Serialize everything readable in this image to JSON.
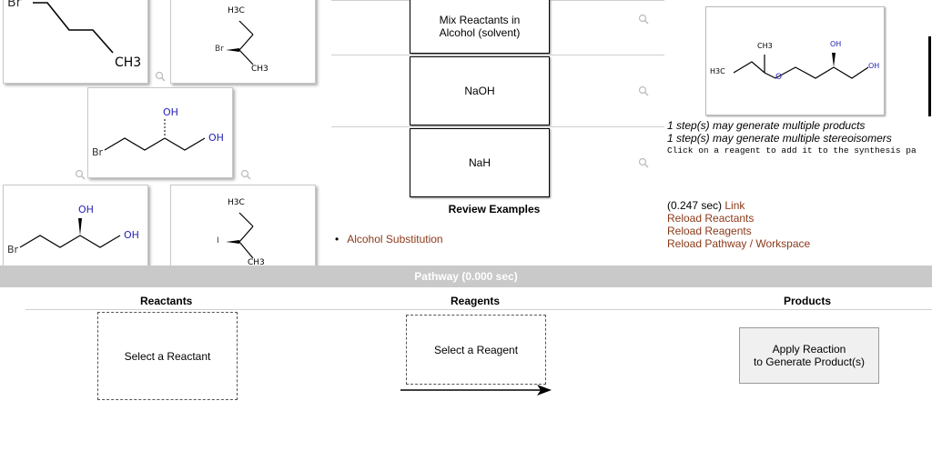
{
  "reactants": {
    "r1": {
      "atoms": [
        "Br",
        "CH3"
      ]
    },
    "r2": {
      "atoms": [
        "H3C",
        "Br",
        "CH3"
      ]
    },
    "r3": {
      "atoms": [
        "OH",
        "Br",
        "OH"
      ]
    },
    "r4": {
      "atoms": [
        "OH",
        "Br",
        "OH"
      ]
    },
    "r5": {
      "atoms": [
        "H3C",
        "I",
        "CH3"
      ]
    }
  },
  "reagents": {
    "items": [
      {
        "label": "Mix Reactants in Alcohol (solvent)"
      },
      {
        "label": "NaOH"
      },
      {
        "label": "NaH"
      }
    ],
    "review_heading": "Review Examples",
    "review_links": [
      "Alcohol Substitution"
    ]
  },
  "product": {
    "atoms": [
      "CH3",
      "OH",
      "H3C",
      "O",
      "OH"
    ],
    "notes": [
      "1 step(s) may generate multiple products",
      "1 step(s) may generate multiple stereoisomers"
    ],
    "instruction": "Click on a reagent to add it to the synthesis pa",
    "timing": "(0.247 sec)",
    "timing_link": "Link",
    "links": [
      "Reload Reactants",
      "Reload Reagents",
      "Reload Pathway / Workspace"
    ]
  },
  "pathway": {
    "title": "Pathway (0.000 sec)",
    "reactants_header": "Reactants",
    "reagents_header": "Reagents",
    "products_header": "Products",
    "select_reactant": "Select a Reactant",
    "select_reagent": "Select a Reagent",
    "apply_line1": "Apply Reaction",
    "apply_line2": "to Generate Product(s)"
  },
  "colors": {
    "link": "#8b3a1a",
    "bar": "#c9c9c9",
    "halogen": "#3c3c3c",
    "oxygen": "#1f1fb4"
  },
  "icons": [
    "magnifier-icon",
    "arrow-right-icon"
  ]
}
